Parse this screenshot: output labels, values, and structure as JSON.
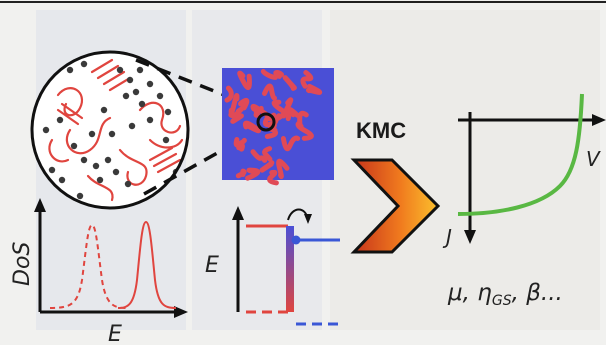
{
  "labels": {
    "dos_axis": "DoS",
    "dos_x_axis": "E",
    "energy_axis": "E",
    "method": "KMC",
    "iv_y_axis": "J",
    "iv_x_axis": "V",
    "outputs": "μ, η",
    "outputs_sub": "GS",
    "outputs_tail": ", β..."
  },
  "colors": {
    "morphology_red": "#e0453f",
    "blend_blue": "#4a4fd6",
    "blend_red": "#e04a56",
    "curve_green": "#59b843",
    "arrow_dark": "#c7351b",
    "arrow_light": "#fbc02d",
    "donor_level": "#e0453f",
    "acceptor_level": "#3a57d6",
    "particle": "#3a3a3a"
  }
}
